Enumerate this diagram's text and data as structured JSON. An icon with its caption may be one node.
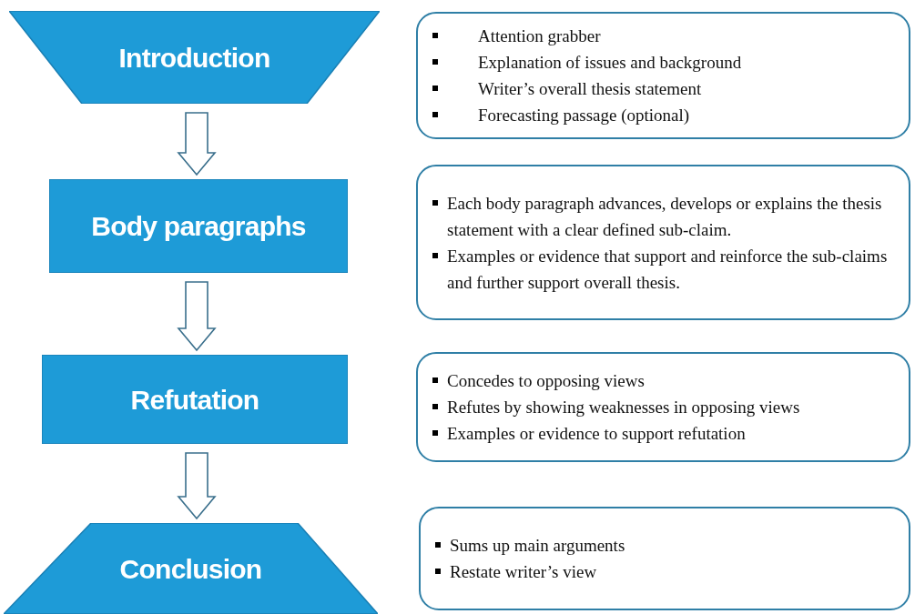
{
  "diagram": {
    "nodes": [
      {
        "text": [
          "Introduction"
        ]
      },
      {
        "text": [
          "Body paragraphs"
        ]
      },
      {
        "text": [
          "Refutation"
        ]
      },
      {
        "text": [
          "Conclusion"
        ]
      },
      {
        "text": [
          "Attention grabber",
          "Explanation of issues and background",
          "Writer’s overall thesis statement",
          "Forecasting passage   (optional)"
        ]
      },
      {
        "text": [
          "Each body paragraph advances, develops or explains the thesis statement with a clear defined sub-claim.",
          "Examples or evidence that support and reinforce the sub-claims and further support overall thesis."
        ]
      },
      {
        "text": [
          "Concedes to opposing views",
          "Refutes by showing weaknesses in opposing views",
          "Examples or evidence to support refutation"
        ]
      },
      {
        "text": [
          "Sums up main arguments",
          "Restate writer’s view"
        ]
      }
    ],
    "edges": [
      {
        "from": 0,
        "to": 1,
        "arrow": "to"
      },
      {
        "from": 1,
        "to": 2,
        "arrow": "to"
      },
      {
        "from": 2,
        "to": 3,
        "arrow": "to"
      }
    ]
  }
}
